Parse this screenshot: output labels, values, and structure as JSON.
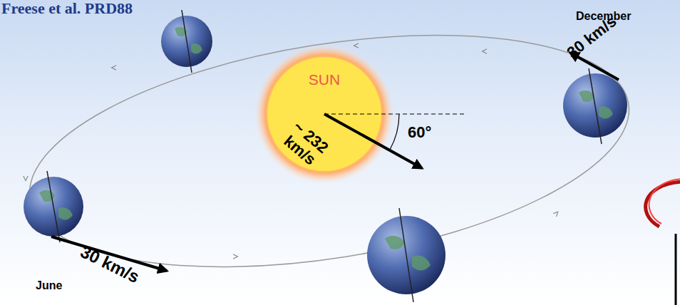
{
  "diagram": {
    "nodes": [
      {
        "text": [
          "SUN"
        ]
      }
    ],
    "labels": [
      "Freese et al. PRD88",
      "~ 232 km/s",
      "60°",
      "30 km/s",
      "December",
      "30 km/s",
      "June"
    ]
  }
}
